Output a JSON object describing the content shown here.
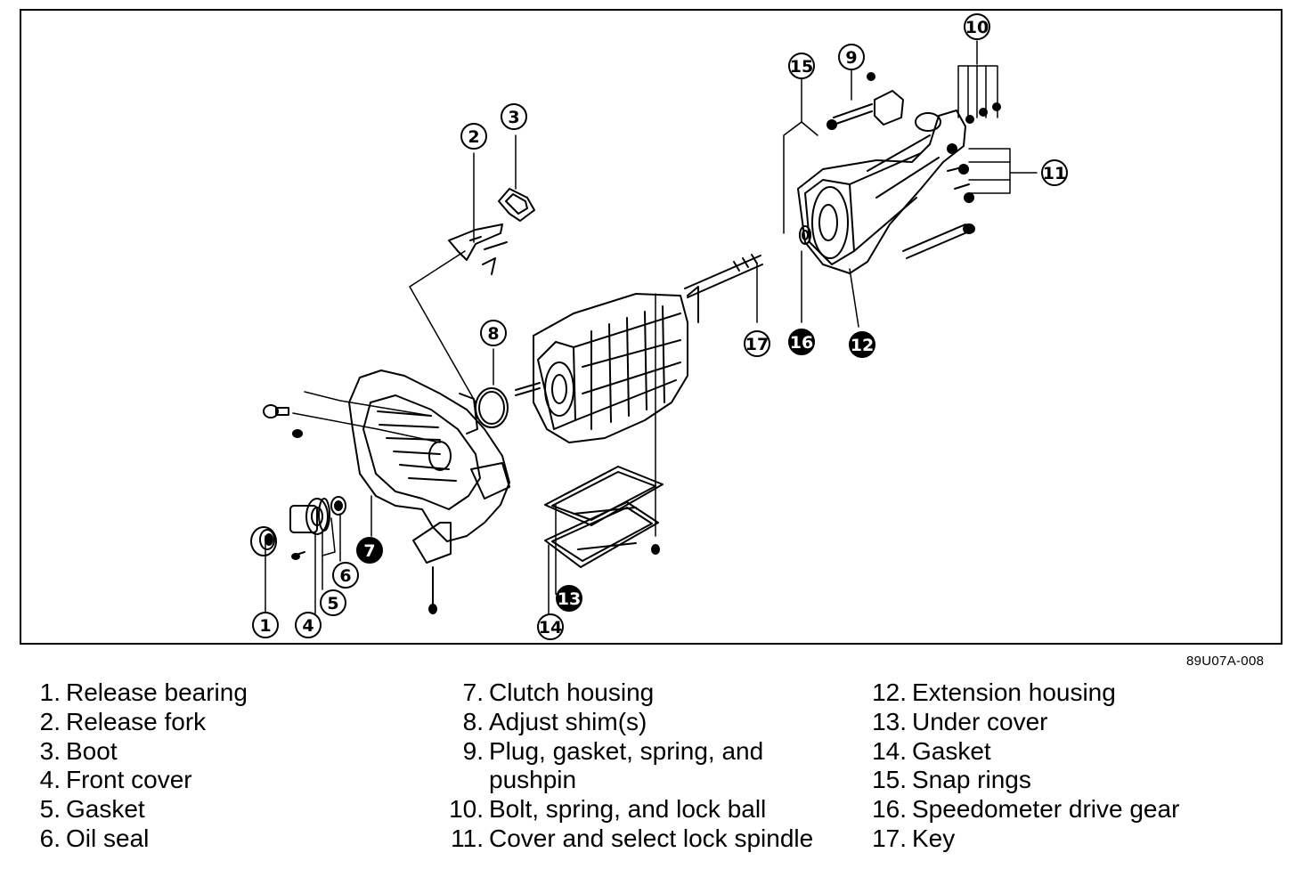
{
  "callouts": [
    {
      "num": "1",
      "filled": false
    },
    {
      "num": "2",
      "filled": false
    },
    {
      "num": "3",
      "filled": false
    },
    {
      "num": "4",
      "filled": false
    },
    {
      "num": "5",
      "filled": false
    },
    {
      "num": "6",
      "filled": false
    },
    {
      "num": "7",
      "filled": true
    },
    {
      "num": "8",
      "filled": false
    },
    {
      "num": "9",
      "filled": false
    },
    {
      "num": "10",
      "filled": false
    },
    {
      "num": "11",
      "filled": false
    },
    {
      "num": "12",
      "filled": true
    },
    {
      "num": "13",
      "filled": true
    },
    {
      "num": "14",
      "filled": false
    },
    {
      "num": "15",
      "filled": false
    },
    {
      "num": "16",
      "filled": true
    },
    {
      "num": "17",
      "filled": false
    }
  ],
  "figure_code": "89U07A-008",
  "legend": {
    "col1": [
      {
        "num": "1.",
        "text": "Release bearing"
      },
      {
        "num": "2.",
        "text": "Release fork"
      },
      {
        "num": "3.",
        "text": "Boot"
      },
      {
        "num": "4.",
        "text": "Front cover"
      },
      {
        "num": "5.",
        "text": "Gasket"
      },
      {
        "num": "6.",
        "text": "Oil seal"
      }
    ],
    "col2": [
      {
        "num": "7.",
        "text": "Clutch housing"
      },
      {
        "num": "8.",
        "text": "Adjust shim(s)"
      },
      {
        "num": "9.",
        "text": "Plug, gasket, spring, and"
      },
      {
        "num": "",
        "text": "pushpin"
      },
      {
        "num": "10.",
        "text": "Bolt, spring, and lock ball"
      },
      {
        "num": "11.",
        "text": "Cover and select lock spindle"
      }
    ],
    "col3": [
      {
        "num": "12.",
        "text": "Extension housing"
      },
      {
        "num": "13.",
        "text": "Under cover"
      },
      {
        "num": "14.",
        "text": "Gasket"
      },
      {
        "num": "15.",
        "text": "Snap rings"
      },
      {
        "num": "16.",
        "text": "Speedometer drive gear"
      },
      {
        "num": "17.",
        "text": "Key"
      }
    ]
  }
}
